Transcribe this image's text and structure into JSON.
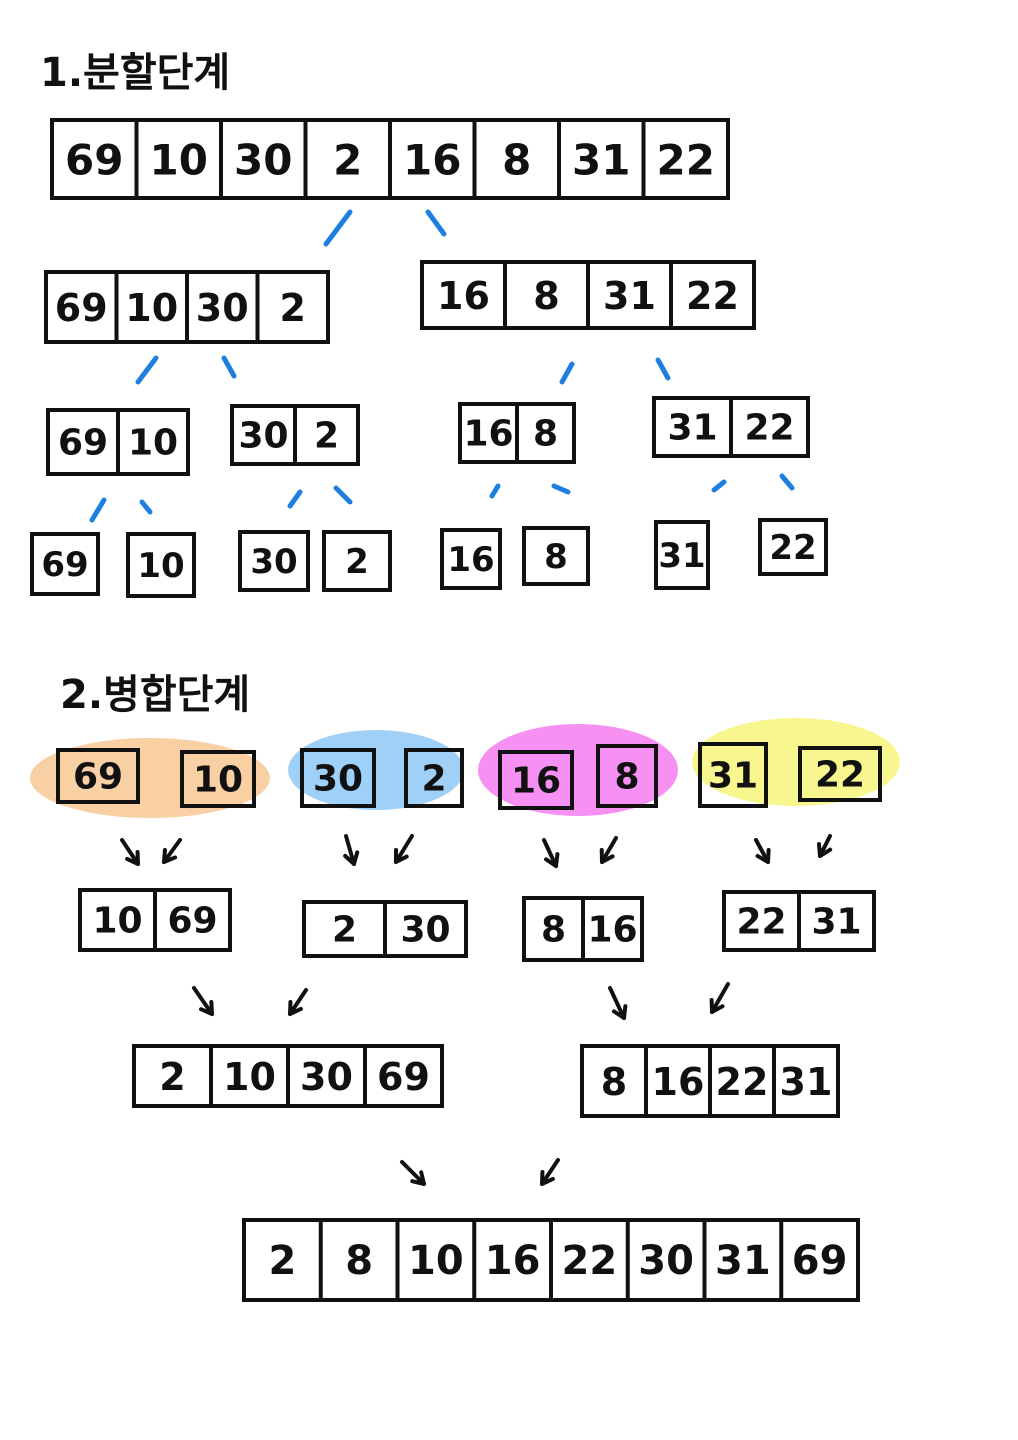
{
  "split_section": {
    "heading": "1.분할단계",
    "levels": [
      [
        [
          "69",
          "10",
          "30",
          "2",
          "16",
          "8",
          "31",
          "22"
        ]
      ],
      [
        [
          "69",
          "10",
          "30",
          "2"
        ],
        [
          "16",
          "8",
          "31",
          "22"
        ]
      ],
      [
        [
          "69",
          "10"
        ],
        [
          "30",
          "2"
        ],
        [
          "16",
          "8"
        ],
        [
          "31",
          "22"
        ]
      ],
      [
        [
          "69"
        ],
        [
          "10"
        ],
        [
          "30"
        ],
        [
          "2"
        ],
        [
          "16"
        ],
        [
          "8"
        ],
        [
          "31"
        ],
        [
          "22"
        ]
      ]
    ]
  },
  "merge_section": {
    "heading": "2.병합단계",
    "pairs": [
      {
        "values": [
          "69",
          "10"
        ],
        "highlight": "#f7c894"
      },
      {
        "values": [
          "30",
          "2"
        ],
        "highlight": "#8ec9f7"
      },
      {
        "values": [
          "16",
          "8"
        ],
        "highlight": "#f47cf0"
      },
      {
        "values": [
          "31",
          "22"
        ],
        "highlight": "#f7f47a"
      }
    ],
    "levels": [
      [
        [
          "10",
          "69"
        ],
        [
          "2",
          "30"
        ],
        [
          "8",
          "16"
        ],
        [
          "22",
          "31"
        ]
      ],
      [
        [
          "2",
          "10",
          "30",
          "69"
        ],
        [
          "8",
          "16",
          "22",
          "31"
        ]
      ],
      [
        [
          "2",
          "8",
          "10",
          "16",
          "22",
          "30",
          "31",
          "69"
        ]
      ]
    ]
  },
  "colors": {
    "split_line": "#1f7fe0",
    "ink": "#111111"
  }
}
